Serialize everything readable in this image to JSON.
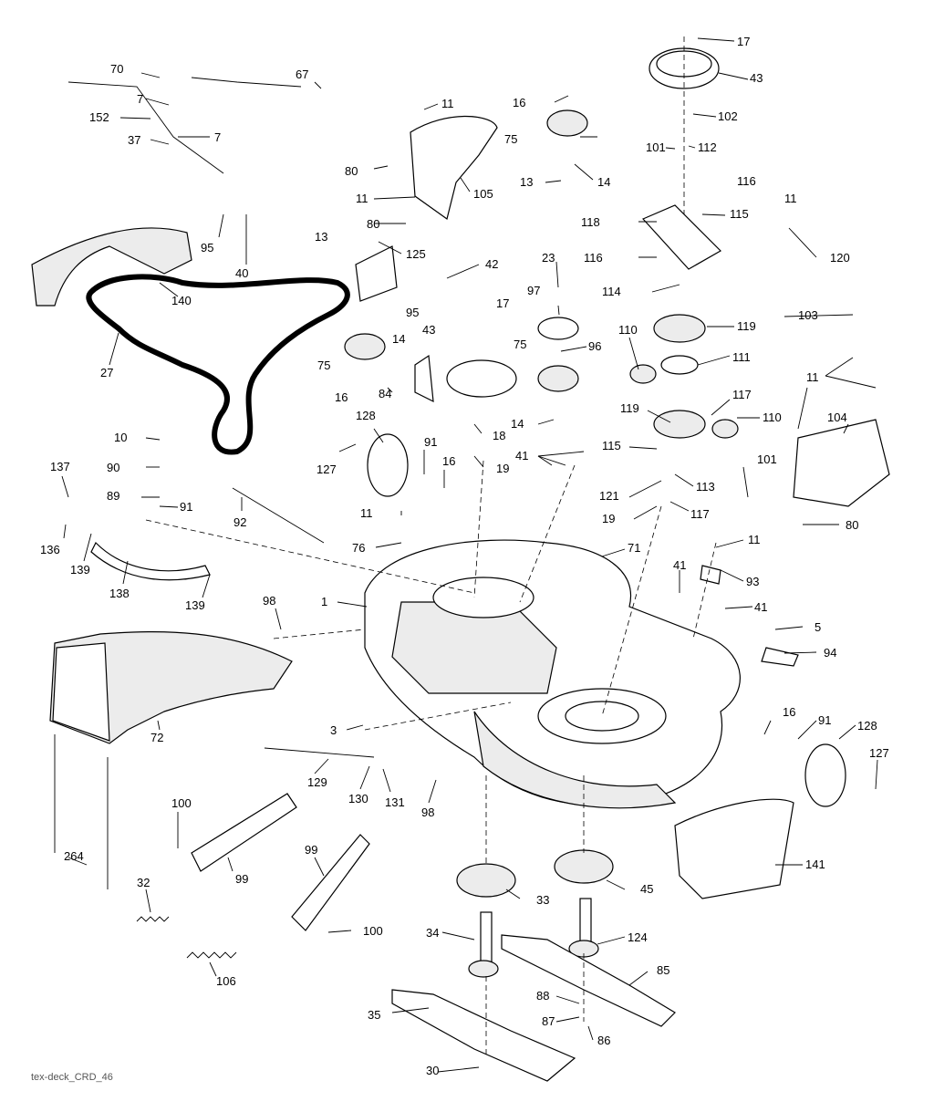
{
  "diagram": {
    "footer_id": "tex-deck_CRD_46",
    "part_labels": [
      "17",
      "43",
      "102",
      "112",
      "101",
      "116",
      "16",
      "75",
      "14",
      "13",
      "11",
      "105",
      "80",
      "70",
      "67",
      "7",
      "152",
      "37",
      "95",
      "40",
      "140",
      "27",
      "125",
      "42",
      "23",
      "97",
      "96",
      "118",
      "115",
      "120",
      "114",
      "119",
      "111",
      "110",
      "117",
      "113",
      "121",
      "19",
      "103",
      "104",
      "91",
      "128",
      "127",
      "10",
      "90",
      "89",
      "137",
      "136",
      "139",
      "138",
      "92",
      "76",
      "84",
      "18",
      "41",
      "71",
      "93",
      "5",
      "94",
      "1",
      "98",
      "3",
      "72",
      "129",
      "130",
      "131",
      "264",
      "100",
      "99",
      "32",
      "106",
      "33",
      "34",
      "35",
      "30",
      "45",
      "124",
      "85",
      "88",
      "87",
      "86",
      "141"
    ]
  }
}
